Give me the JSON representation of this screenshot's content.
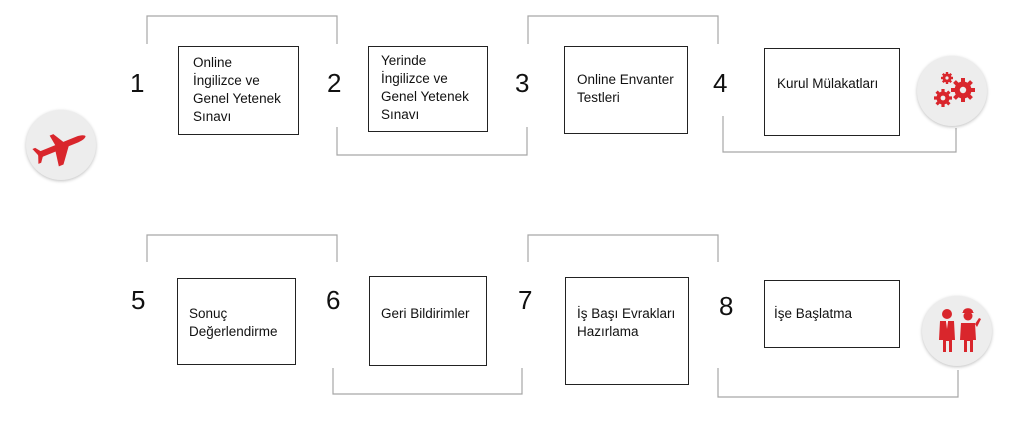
{
  "colors": {
    "accent": "#d9262c",
    "connector": "#a6a6a6",
    "box_border": "#222222",
    "icon_bg": "#ededed"
  },
  "icons": {
    "start": "airplane-icon",
    "row1_end": "gears-icon",
    "row2_end": "workers-icon"
  },
  "steps": [
    {
      "number": "1",
      "label": "Online\nİngilizce ve\nGenel Yetenek\nSınavı"
    },
    {
      "number": "2",
      "label": "Yerinde\nİngilizce ve\nGenel Yetenek\nSınavı"
    },
    {
      "number": "3",
      "label": "Online Envanter\nTestleri"
    },
    {
      "number": "4",
      "label": "Kurul Mülakatları"
    },
    {
      "number": "5",
      "label": "Sonuç\nDeğerlendirme"
    },
    {
      "number": "6",
      "label": "Geri Bildirimler"
    },
    {
      "number": "7",
      "label": "İş Başı Evrakları\nHazırlama"
    },
    {
      "number": "8",
      "label": "İşe Başlatma"
    }
  ]
}
